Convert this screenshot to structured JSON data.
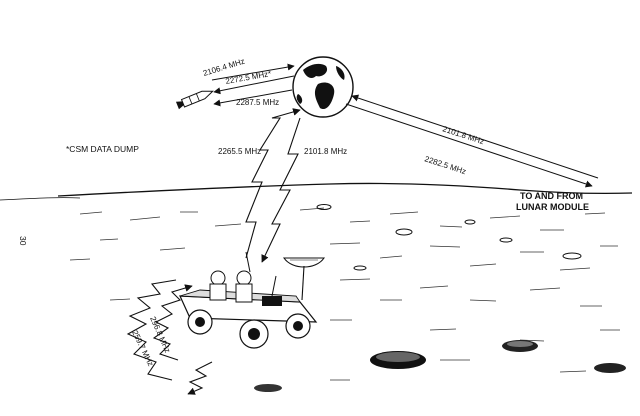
{
  "page_number": "30",
  "note": "*CSM DATA DUMP",
  "destination": {
    "line1": "TO AND FROM",
    "line2": "LUNAR MODULE"
  },
  "links": {
    "csm_up": "2106.4 MHz",
    "csm_dump": "2272.5 MHz*",
    "csm_down": "2287.5 MHz",
    "rover_up": "2265.5 MHz",
    "rover_down": "2101.8 MHz",
    "lm_up": "2101.8 MHz",
    "lm_down": "2282.5 MHz",
    "vhf_a": "296.8 MHz",
    "vhf_b": "259.7 MHz"
  },
  "icons": {
    "earth": "globe-icon",
    "csm": "spacecraft-icon",
    "rover": "lunar-rover-icon",
    "antenna": "dish-antenna-icon"
  },
  "colors": {
    "ink": "#111111",
    "paper": "#ffffff"
  }
}
